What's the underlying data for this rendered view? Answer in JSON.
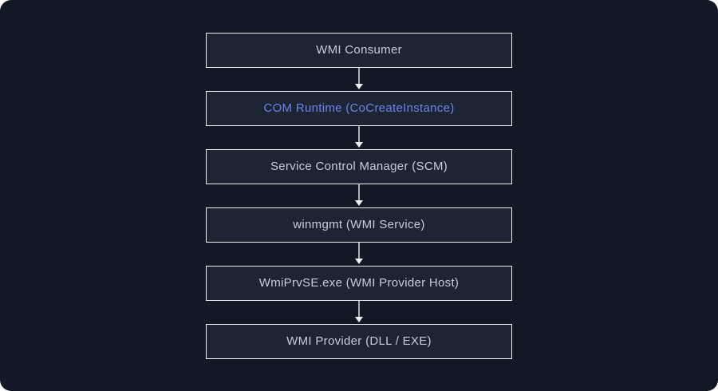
{
  "diagram": {
    "nodes": [
      {
        "label": "WMI Consumer",
        "accent": false
      },
      {
        "label": "COM Runtime (CoCreateInstance)",
        "accent": true
      },
      {
        "label": "Service Control Manager (SCM)",
        "accent": false
      },
      {
        "label": "winmgmt (WMI Service)",
        "accent": false
      },
      {
        "label": "WmiPrvSE.exe (WMI Provider Host)",
        "accent": false
      },
      {
        "label": "WMI Provider (DLL / EXE)",
        "accent": false
      }
    ]
  },
  "colors": {
    "canvas_bg": "#121826",
    "node_bg": "#1d2433",
    "node_border": "#eef0f3",
    "node_text": "#c6cdda",
    "accent_text": "#6c84ee",
    "arrow_line": "#a9aeb8",
    "arrow_head": "#f2f3f5"
  }
}
